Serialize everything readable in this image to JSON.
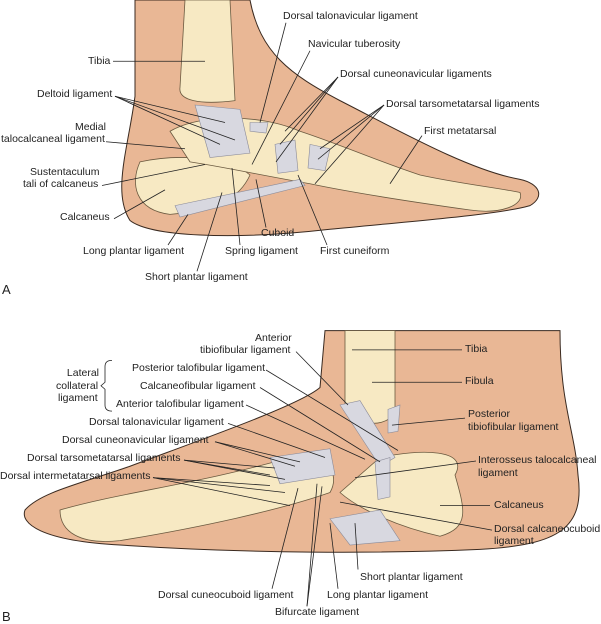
{
  "panel_a": {
    "letter": "A",
    "labels": {
      "dorsal_talonavicular": "Dorsal talonavicular ligament",
      "navicular_tuberosity": "Navicular tuberosity",
      "tibia": "Tibia",
      "dorsal_cuneonavicular": "Dorsal cuneonavicular ligaments",
      "deltoid": "Deltoid ligament",
      "dorsal_tarsometatarsal": "Dorsal tarsometatarsal ligaments",
      "medial_talocalcaneal_1": "Medial",
      "medial_talocalcaneal_2": "talocalcaneal ligament",
      "first_metatarsal": "First metatarsal",
      "sustentaculum_1": "Sustentaculum",
      "sustentaculum_2": "tali of calcaneus",
      "calcaneus": "Calcaneus",
      "cuboid": "Cuboid",
      "long_plantar": "Long plantar ligament",
      "spring": "Spring ligament",
      "first_cuneiform": "First cuneiform",
      "short_plantar": "Short plantar ligament"
    }
  },
  "panel_b": {
    "letter": "B",
    "labels": {
      "anterior_tibiofibular_1": "Anterior",
      "anterior_tibiofibular_2": "tibiofibular ligament",
      "tibia": "Tibia",
      "lateral_collateral_1": "Lateral",
      "lateral_collateral_2": "collateral",
      "lateral_collateral_3": "ligament",
      "posterior_talofibular": "Posterior talofibular ligament",
      "fibula": "Fibula",
      "calcaneofibular": "Calcaneofibular ligament",
      "anterior_talofibular": "Anterior talofibular ligament",
      "posterior_tibiofibular_1": "Posterior",
      "posterior_tibiofibular_2": "tibiofibular ligament",
      "dorsal_talonavicular": "Dorsal talonavicular ligament",
      "dorsal_cuneonavicular": "Dorsal cuneonavicular ligament",
      "dorsal_tarsometatarsal": "Dorsal tarsometatarsal ligaments",
      "interosseus_1": "Interosseus talocalcaneal",
      "interosseus_2": "ligament",
      "dorsal_intermetatarsal": "Dorsal intermetatarsal ligaments",
      "calcaneus": "Calcaneus",
      "dorsal_calcaneocuboid_1": "Dorsal calcaneocuboid",
      "dorsal_calcaneocuboid_2": "ligament",
      "short_plantar": "Short plantar ligament",
      "dorsal_cuneocuboid": "Dorsal cuneocuboid ligament",
      "long_plantar": "Long plantar ligament",
      "bifurcate": "Bifurcate ligament"
    }
  },
  "colors": {
    "skin": "#e9b795",
    "bone": "#f7e9c3",
    "ligament": "#d8d8e0",
    "outline": "#3a2a20"
  }
}
